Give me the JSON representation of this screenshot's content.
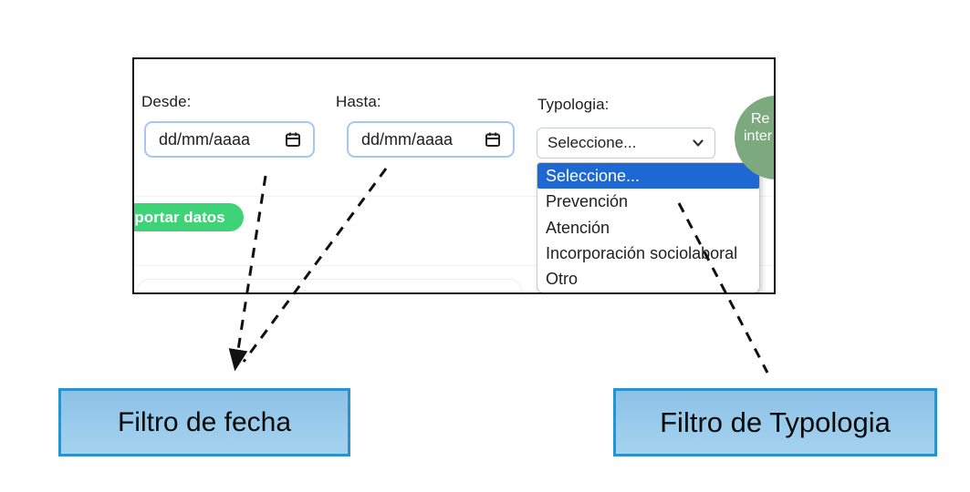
{
  "panel": {
    "desde": {
      "label": "Desde:",
      "placeholder": "dd/mm/aaaa"
    },
    "hasta": {
      "label": "Hasta:",
      "placeholder": "dd/mm/aaaa"
    },
    "typologia": {
      "label": "Typologia:",
      "selected_value": "Seleccione..."
    },
    "export_button": {
      "visible_label": "portar datos"
    },
    "register_button": {
      "visible_line1": "Re",
      "visible_line2": "inter"
    }
  },
  "typology_dropdown": {
    "items": [
      "Seleccione...",
      "Prevención",
      "Atención",
      "Incorporación sociolaboral",
      "Otro"
    ],
    "selected_index": 0
  },
  "callouts": {
    "fecha": {
      "label": "Filtro de fecha"
    },
    "typologia": {
      "label": "Filtro de Typologia"
    }
  },
  "colors": {
    "dropdown_highlight": "#1e68d4",
    "export_button_green": "#3ed376",
    "register_button_green": "#7da97f",
    "callout_fill": "#9ccaec",
    "callout_border": "#2b93cc",
    "date_input_border": "#a5c6f6",
    "panel_border": "#141414",
    "annotation_line": "#111111"
  }
}
